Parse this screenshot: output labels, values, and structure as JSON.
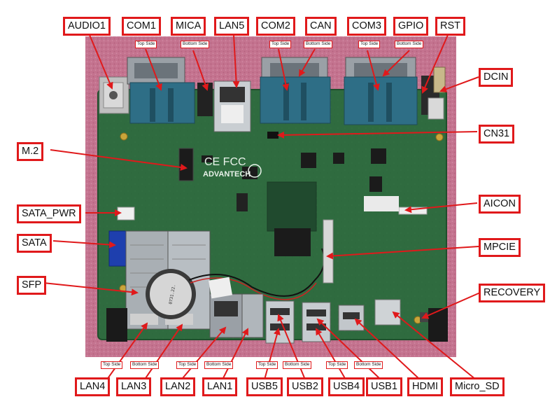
{
  "labels": {
    "audio1": "AUDIO1",
    "com1": "COM1",
    "mica": "MICA",
    "lan5": "LAN5",
    "com2": "COM2",
    "can": "CAN",
    "com3": "COM3",
    "gpio": "GPIO",
    "rst": "RST",
    "dcin": "DCIN",
    "cn31": "CN31",
    "m2": "M.2",
    "aicon": "AICON",
    "sata_pwr": "SATA_PWR",
    "sata": "SATA",
    "mpcie": "MPCIE",
    "sfp": "SFP",
    "recovery": "RECOVERY",
    "lan4": "LAN4",
    "lan3": "LAN3",
    "lan2": "LAN2",
    "lan1": "LAN1",
    "usb5": "USB5",
    "usb2": "USB2",
    "usb4": "USB4",
    "usb1": "USB1",
    "hdmi": "HDMI",
    "micro_sd": "Micro_SD"
  },
  "side_tags": {
    "com1": "Top Side",
    "mica": "Bottom Side",
    "com2": "Top Side",
    "can": "Bottom Side",
    "com3": "Top Side",
    "gpio": "Bottom Side",
    "lan4": "Top Side",
    "lan3": "Bottom Side",
    "lan2": "Top Side",
    "lan1": "Bottom Side",
    "usb5": "Top Side",
    "usb2": "Bottom Side",
    "usb4": "Top Side",
    "usb1": "Bottom Side"
  },
  "board_silk": {
    "brand": "ADVANTECH",
    "cert": "CE FCC",
    "battery": "0731.22."
  },
  "colors": {
    "label_border": "#e0191b",
    "arrow": "#e0191b",
    "pcb": "#2f6b3f",
    "background": "#c4738f",
    "connector_blue": "#2e6e86"
  }
}
